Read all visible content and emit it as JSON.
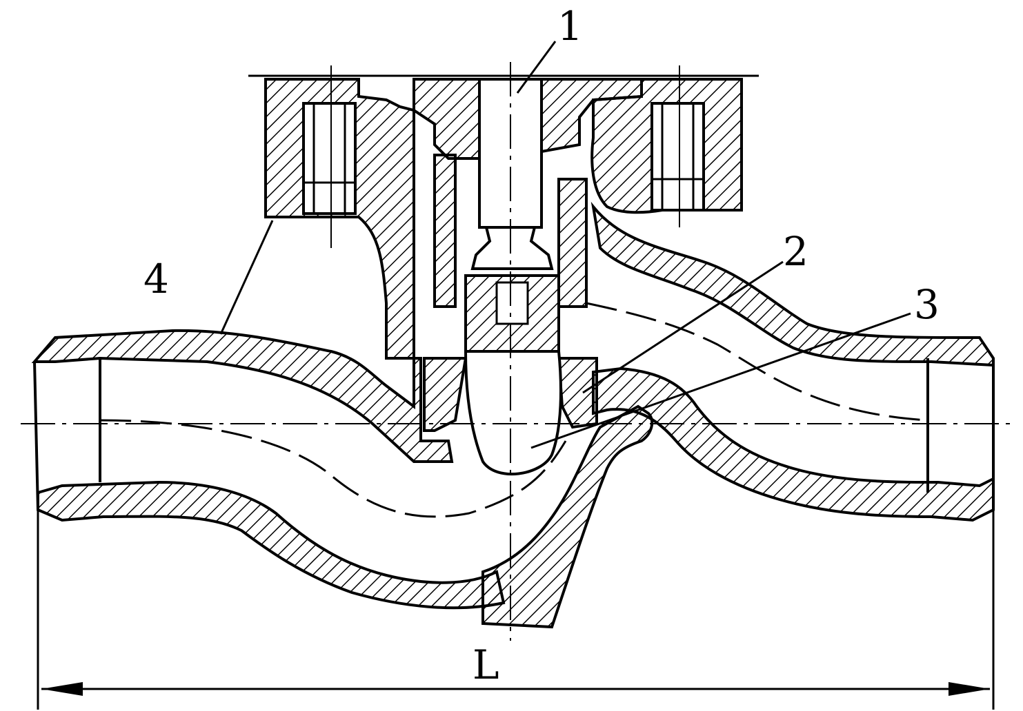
{
  "diagram": {
    "type": "engineering-cross-section",
    "callouts": [
      {
        "id": "1",
        "text": "1"
      },
      {
        "id": "2",
        "text": "2"
      },
      {
        "id": "3",
        "text": "3"
      },
      {
        "id": "4",
        "text": "4"
      }
    ],
    "dimension": {
      "text": "L"
    },
    "colors": {
      "ink": "#000000",
      "paper": "#ffffff"
    }
  }
}
